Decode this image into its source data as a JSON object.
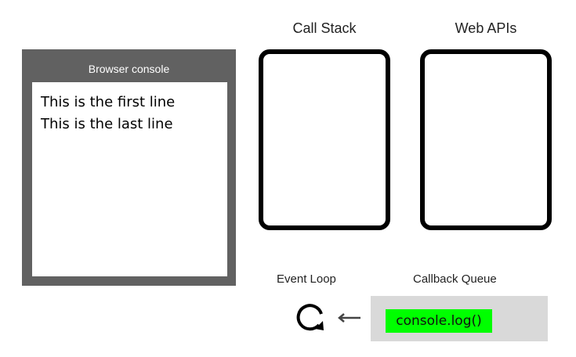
{
  "browser_console": {
    "title": "Browser console",
    "lines": [
      "This is the first line",
      "This is the last line"
    ]
  },
  "call_stack": {
    "label": "Call Stack"
  },
  "web_apis": {
    "label": "Web APIs"
  },
  "event_loop": {
    "label": "Event Loop",
    "icon": "refresh-loop-icon"
  },
  "arrow": {
    "icon": "arrow-left-icon"
  },
  "callback_queue": {
    "label": "Callback Queue",
    "items": [
      "console.log()"
    ],
    "item_color": "#00ff00",
    "background": "#d9d9d9"
  }
}
